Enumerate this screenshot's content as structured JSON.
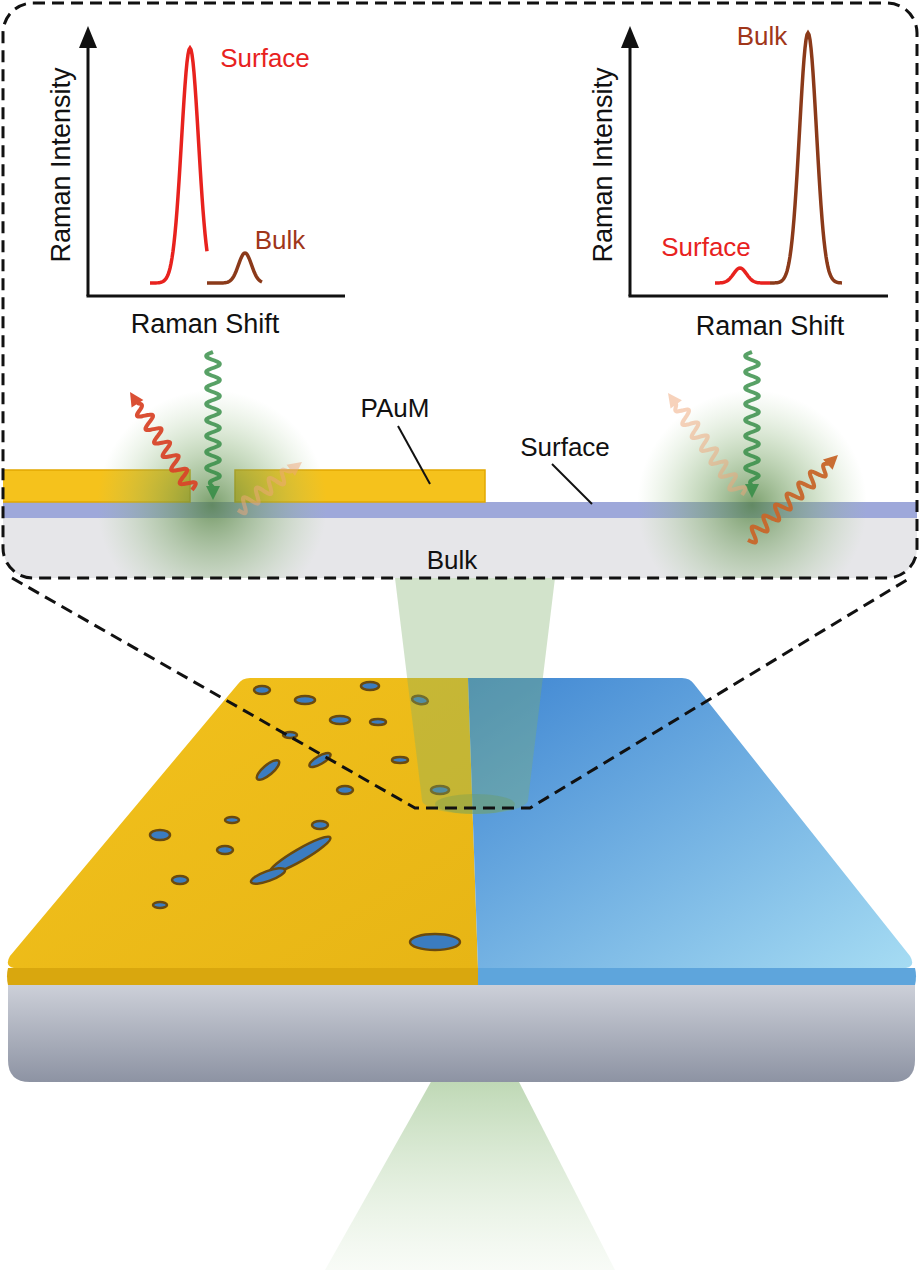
{
  "diagram": {
    "nodes": [
      {
        "text": [
          "Bulk"
        ]
      }
    ],
    "labels": [
      "Raman Intensity",
      "Raman Shift",
      "Surface",
      "Bulk",
      "Raman Intensity",
      "Raman Shift",
      "Bulk",
      "Surface",
      "PAuM",
      "Surface"
    ]
  }
}
